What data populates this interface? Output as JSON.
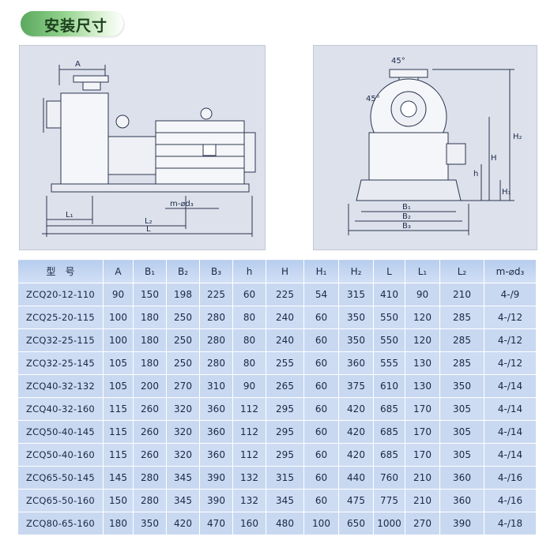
{
  "header": {
    "title": "安装尺寸"
  },
  "drawing_labels": {
    "left": {
      "a": "A",
      "l1": "L₁",
      "l2": "L₂",
      "l": "L",
      "bolt": "m-⌀d₃"
    },
    "right": {
      "angle_top": "45°",
      "angle_left": "45°",
      "b1": "B₁",
      "b2": "B₂",
      "b3": "B₃",
      "h_small": "h",
      "h_big": "H",
      "h1": "H₁",
      "h2": "H₂"
    }
  },
  "table": {
    "headers": [
      "型　号",
      "A",
      "B₁",
      "B₂",
      "B₃",
      "h",
      "H",
      "H₁",
      "H₂",
      "L",
      "L₁",
      "L₂",
      "m-⌀d₃"
    ],
    "rows": [
      [
        "ZCQ20-12-110",
        "90",
        "150",
        "198",
        "225",
        "60",
        "225",
        "54",
        "315",
        "410",
        "90",
        "210",
        "4-/9"
      ],
      [
        "ZCQ25-20-115",
        "100",
        "180",
        "250",
        "280",
        "80",
        "240",
        "60",
        "350",
        "550",
        "120",
        "285",
        "4-/12"
      ],
      [
        "ZCQ32-25-115",
        "100",
        "180",
        "250",
        "280",
        "80",
        "240",
        "60",
        "350",
        "550",
        "120",
        "285",
        "4-/12"
      ],
      [
        "ZCQ32-25-145",
        "105",
        "180",
        "250",
        "280",
        "80",
        "255",
        "60",
        "360",
        "555",
        "130",
        "285",
        "4-/12"
      ],
      [
        "ZCQ40-32-132",
        "105",
        "200",
        "270",
        "310",
        "90",
        "265",
        "60",
        "375",
        "610",
        "130",
        "350",
        "4-/14"
      ],
      [
        "ZCQ40-32-160",
        "115",
        "260",
        "320",
        "360",
        "112",
        "295",
        "60",
        "420",
        "685",
        "170",
        "305",
        "4-/14"
      ],
      [
        "ZCQ50-40-145",
        "115",
        "260",
        "320",
        "360",
        "112",
        "295",
        "60",
        "420",
        "685",
        "170",
        "305",
        "4-/14"
      ],
      [
        "ZCQ50-40-160",
        "115",
        "260",
        "320",
        "360",
        "112",
        "295",
        "60",
        "420",
        "685",
        "170",
        "305",
        "4-/14"
      ],
      [
        "ZCQ65-50-145",
        "145",
        "280",
        "345",
        "390",
        "132",
        "315",
        "60",
        "440",
        "760",
        "210",
        "360",
        "4-/16"
      ],
      [
        "ZCQ65-50-160",
        "150",
        "280",
        "345",
        "390",
        "132",
        "345",
        "60",
        "475",
        "775",
        "210",
        "360",
        "4-/16"
      ],
      [
        "ZCQ80-65-160",
        "180",
        "350",
        "420",
        "470",
        "160",
        "480",
        "100",
        "650",
        "1000",
        "270",
        "390",
        "4-/18"
      ]
    ]
  }
}
